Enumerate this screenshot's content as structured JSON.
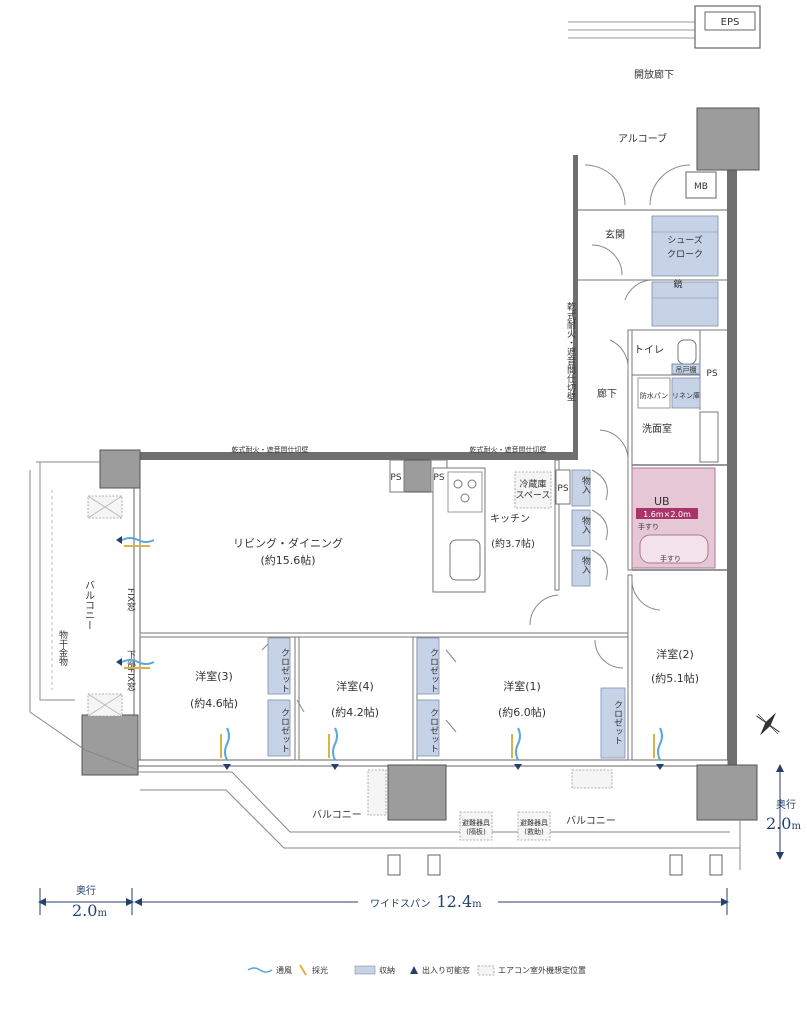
{
  "labels": {
    "eps": "EPS",
    "open_corridor": "開放廊下",
    "alcove": "アルコーブ",
    "mb": "MB",
    "entrance": "玄関",
    "shoes_closet": "シューズ\nクローク",
    "mirror": "鏡",
    "partition_wall_vertical": "乾式耐火・遮音間仕切壁",
    "partition_wall_left": "乾式耐火・遮音間仕切壁",
    "partition_wall_right": "乾式耐火・遮音間仕切壁",
    "toilet": "トイレ",
    "hanging_shelf": "吊戸棚",
    "ps_right": "PS",
    "corridor": "廊下",
    "waterproof_pan": "防水パン",
    "linen": "リネン庫",
    "washroom": "洗面室",
    "ps_1": "PS",
    "ps_2": "PS",
    "ps_3": "PS",
    "fridge": "冷蔵庫\nスペース",
    "kitchen": "キッチン",
    "kitchen_size": "(約3.7帖)",
    "storage_1": "物入",
    "storage_2": "物入",
    "storage_3": "物入",
    "ub": "UB",
    "ub_size": "1.6m×2.0m",
    "handrail_1": "手すり",
    "handrail_2": "手すり",
    "living": "リビング・ダイニング",
    "living_size": "(約15.6帖)",
    "balcony_left": "バルコニー",
    "drying_rack": "物干金物",
    "fix_window": "FIX窓",
    "lower_fix_window": "下部FIX窓",
    "room3": "洋室(3)",
    "room3_size": "(約4.6帖)",
    "room4": "洋室(4)",
    "room4_size": "(約4.2帖)",
    "room1": "洋室(1)",
    "room1_size": "(約6.0帖)",
    "room2": "洋室(2)",
    "room2_size": "(約5.1帖)",
    "closet": "クロゼット",
    "balcony_bottom_left": "バルコニー",
    "balcony_bottom_right": "バルコニー",
    "evac_1": "避難器具\n(隔板)",
    "evac_2": "避難器具\n(救助)",
    "depth_right_label": "奥行",
    "depth_right_value": "2.0",
    "depth_right_unit": "m",
    "depth_left_label": "奥行",
    "depth_left_value": "2.0",
    "depth_left_unit": "m",
    "wide_span_label": "ワイドスパン",
    "wide_span_value": "12.4",
    "wide_span_unit": "m"
  },
  "legend": {
    "ventilation": "通風",
    "daylight": "採光",
    "storage": "収納",
    "door": "出入り可能窓",
    "ac": "エアコン室外機想定位置"
  },
  "colors": {
    "wall": "#6f6f6f",
    "storage": "#c6d3e6",
    "bath": "#e6c7d6",
    "ub_band": "#a8346a",
    "ventilation": "#5aa8d8",
    "daylight": "#d9b24a",
    "dimension": "#24406e"
  }
}
